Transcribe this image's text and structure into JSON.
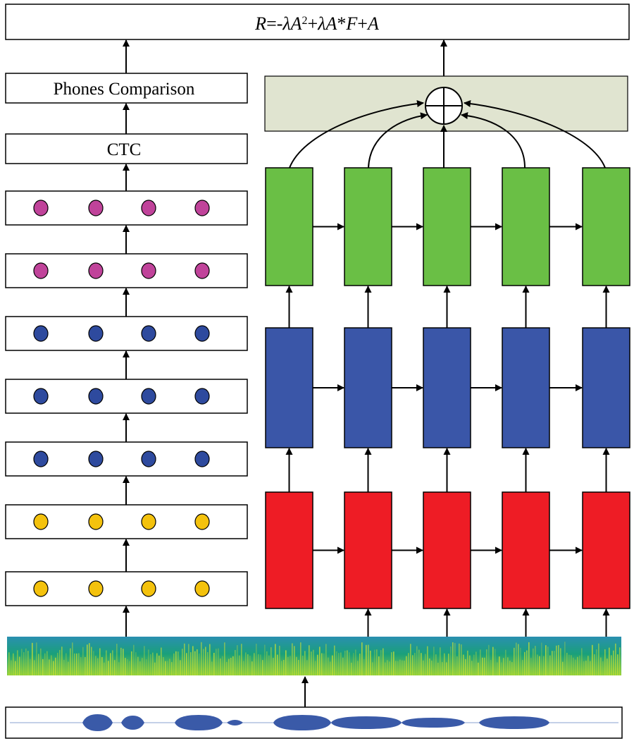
{
  "formula": {
    "parts": [
      {
        "text": "R",
        "italic": true
      },
      {
        "text": "=-",
        "italic": false
      },
      {
        "text": "λA",
        "italic": true
      },
      {
        "text": "2",
        "italic": false,
        "sup": true
      },
      {
        "text": "+",
        "italic": false
      },
      {
        "text": "λA",
        "italic": true
      },
      {
        "text": "*",
        "italic": false
      },
      {
        "text": "F",
        "italic": true
      },
      {
        "text": "+",
        "italic": false
      },
      {
        "text": "A",
        "italic": true
      }
    ]
  },
  "left_stack": {
    "phones_label": "Phones Comparison",
    "ctc_label": "CTC",
    "layers": [
      {
        "color": "#c0439a"
      },
      {
        "color": "#c0439a"
      },
      {
        "color": "#2e4a9e"
      },
      {
        "color": "#2e4a9e"
      },
      {
        "color": "#2e4a9e"
      },
      {
        "color": "#f4c20d"
      },
      {
        "color": "#f4c20d"
      }
    ],
    "nodes_per_layer": 4
  },
  "right_stack": {
    "columns": 5,
    "rows": [
      {
        "name": "top",
        "color": "#6abf45"
      },
      {
        "name": "middle",
        "color": "#3a56a8"
      },
      {
        "name": "bottom",
        "color": "#ee1c25"
      }
    ],
    "merge_box_color": "#e0e4d0",
    "merge_symbol": "plus-circle"
  },
  "inputs": {
    "spectrogram": {
      "base_color": "#1a9a7a",
      "accent_color": "#cde033"
    },
    "waveform": {
      "color": "#3a5aa8"
    }
  }
}
